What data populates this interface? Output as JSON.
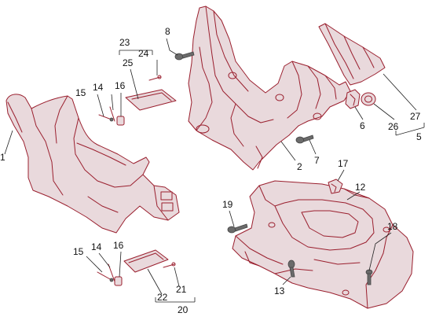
{
  "callouts": [
    {
      "id": "1",
      "label": "1"
    },
    {
      "id": "2",
      "label": "2"
    },
    {
      "id": "5",
      "label": "5"
    },
    {
      "id": "6",
      "label": "6"
    },
    {
      "id": "7",
      "label": "7"
    },
    {
      "id": "8",
      "label": "8"
    },
    {
      "id": "12",
      "label": "12"
    },
    {
      "id": "13",
      "label": "13"
    },
    {
      "id": "14a",
      "label": "14"
    },
    {
      "id": "14b",
      "label": "14"
    },
    {
      "id": "15a",
      "label": "15"
    },
    {
      "id": "15b",
      "label": "15"
    },
    {
      "id": "16a",
      "label": "16"
    },
    {
      "id": "16b",
      "label": "16"
    },
    {
      "id": "17",
      "label": "17"
    },
    {
      "id": "18",
      "label": "18"
    },
    {
      "id": "19",
      "label": "19"
    },
    {
      "id": "20",
      "label": "20"
    },
    {
      "id": "21",
      "label": "21"
    },
    {
      "id": "22",
      "label": "22"
    },
    {
      "id": "23",
      "label": "23"
    },
    {
      "id": "24",
      "label": "24"
    },
    {
      "id": "25",
      "label": "25"
    },
    {
      "id": "26",
      "label": "26"
    },
    {
      "id": "27",
      "label": "27"
    }
  ],
  "colors": {
    "outline": "#9a1f2e",
    "fill": "#e9d9dc",
    "text": "#111111"
  }
}
